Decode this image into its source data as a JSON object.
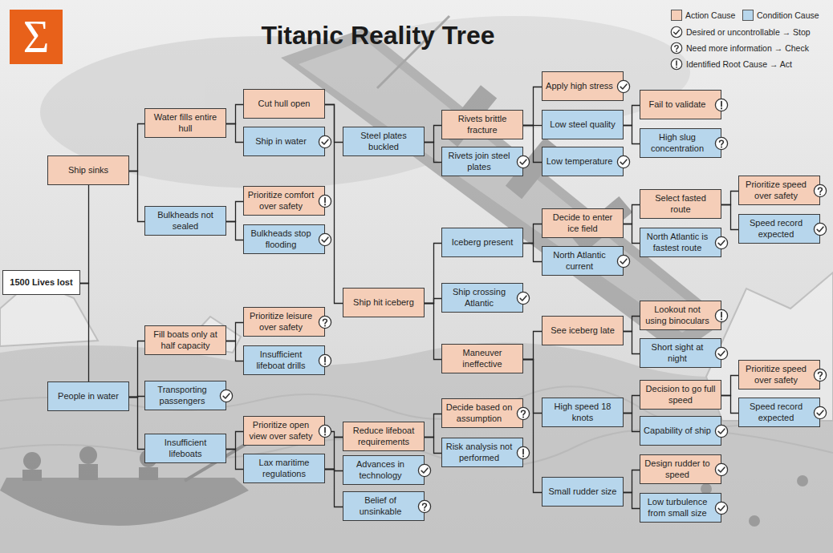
{
  "diagram": {
    "title": "Titanic Reality Tree",
    "nodes": [
      {
        "text": [
          "1500 Lives lost"
        ]
      },
      {
        "text": [
          "Ship sinks"
        ]
      },
      {
        "text": [
          "People in water"
        ]
      },
      {
        "text": [
          "Water fills entire hull"
        ]
      },
      {
        "text": [
          "Bulkheads not sealed"
        ]
      },
      {
        "text": [
          "Fill boats only at half capacity"
        ]
      },
      {
        "text": [
          "Transporting passengers"
        ]
      },
      {
        "text": [
          "Insufficient lifeboats"
        ]
      },
      {
        "text": [
          "Cut hull open"
        ]
      },
      {
        "text": [
          "Ship in water"
        ]
      },
      {
        "text": [
          "Prioritize comfort over safety"
        ]
      },
      {
        "text": [
          "Bulkheads stop flooding"
        ]
      },
      {
        "text": [
          "Prioritize leisure over safety"
        ]
      },
      {
        "text": [
          "Insufficient lifeboat drills"
        ]
      },
      {
        "text": [
          "Prioritize open view over safety"
        ]
      },
      {
        "text": [
          "Lax maritime regulations"
        ]
      },
      {
        "text": [
          "Steel plates buckled"
        ]
      },
      {
        "text": [
          "Ship hit iceberg"
        ]
      },
      {
        "text": [
          "Reduce lifeboat requirements"
        ]
      },
      {
        "text": [
          "Advances in technology"
        ]
      },
      {
        "text": [
          "Belief of unsinkable"
        ]
      },
      {
        "text": [
          "Rivets brittle fracture"
        ]
      },
      {
        "text": [
          "Rivets join steel plates"
        ]
      },
      {
        "text": [
          "Iceberg present"
        ]
      },
      {
        "text": [
          "Ship crossing Atlantic"
        ]
      },
      {
        "text": [
          "Maneuver ineffective"
        ]
      },
      {
        "text": [
          "Decide based on assumption"
        ]
      },
      {
        "text": [
          "Risk analysis not performed"
        ]
      },
      {
        "text": [
          "Apply high stress"
        ]
      },
      {
        "text": [
          "Low steel quality"
        ]
      },
      {
        "text": [
          "Low temperature"
        ]
      },
      {
        "text": [
          "Decide to enter ice field"
        ]
      },
      {
        "text": [
          "North Atlantic current"
        ]
      },
      {
        "text": [
          "See iceberg late"
        ]
      },
      {
        "text": [
          "High speed 18 knots"
        ]
      },
      {
        "text": [
          "Small rudder size"
        ]
      },
      {
        "text": [
          "Fail to validate"
        ]
      },
      {
        "text": [
          "High slug concentration"
        ]
      },
      {
        "text": [
          "Select fasted route"
        ]
      },
      {
        "text": [
          "North Atlantic is fastest route"
        ]
      },
      {
        "text": [
          "Lookout not using binoculars"
        ]
      },
      {
        "text": [
          "Short sight at night"
        ]
      },
      {
        "text": [
          "Decision to go full speed"
        ]
      },
      {
        "text": [
          "Capability of ship"
        ]
      },
      {
        "text": [
          "Design rudder to speed"
        ]
      },
      {
        "text": [
          "Low turbulence from small size"
        ]
      },
      {
        "text": [
          "Prioritize speed over safety"
        ]
      },
      {
        "text": [
          "Speed record expected"
        ]
      },
      {
        "text": [
          "Prioritize speed over safety"
        ]
      },
      {
        "text": [
          "Speed record expected"
        ]
      }
    ],
    "edges": [
      {
        "from": 0,
        "to": 1,
        "arrow": "none"
      },
      {
        "from": 0,
        "to": 2,
        "arrow": "none"
      },
      {
        "from": 1,
        "to": 3,
        "arrow": "none"
      },
      {
        "from": 1,
        "to": 4,
        "arrow": "none"
      },
      {
        "from": 2,
        "to": 5,
        "arrow": "none"
      },
      {
        "from": 2,
        "to": 6,
        "arrow": "none"
      },
      {
        "from": 2,
        "to": 7,
        "arrow": "none"
      },
      {
        "from": 3,
        "to": 8,
        "arrow": "none"
      },
      {
        "from": 3,
        "to": 9,
        "arrow": "none"
      },
      {
        "from": 4,
        "to": 10,
        "arrow": "none"
      },
      {
        "from": 4,
        "to": 11,
        "arrow": "none"
      },
      {
        "from": 5,
        "to": 12,
        "arrow": "none"
      },
      {
        "from": 5,
        "to": 13,
        "arrow": "none"
      },
      {
        "from": 7,
        "to": 14,
        "arrow": "none"
      },
      {
        "from": 7,
        "to": 15,
        "arrow": "none"
      },
      {
        "from": 8,
        "to": 16,
        "arrow": "none"
      },
      {
        "from": 8,
        "to": 17,
        "arrow": "none"
      },
      {
        "from": 14,
        "to": 18,
        "arrow": "none"
      },
      {
        "from": 15,
        "to": 18,
        "arrow": "none"
      },
      {
        "from": 15,
        "to": 19,
        "arrow": "none"
      },
      {
        "from": 15,
        "to": 20,
        "arrow": "none"
      },
      {
        "from": 16,
        "to": 21,
        "arrow": "none"
      },
      {
        "from": 16,
        "to": 22,
        "arrow": "none"
      },
      {
        "from": 17,
        "to": 23,
        "arrow": "none"
      },
      {
        "from": 17,
        "to": 24,
        "arrow": "none"
      },
      {
        "from": 17,
        "to": 25,
        "arrow": "none"
      },
      {
        "from": 18,
        "to": 26,
        "arrow": "none"
      },
      {
        "from": 18,
        "to": 27,
        "arrow": "none"
      },
      {
        "from": 21,
        "to": 28,
        "arrow": "none"
      },
      {
        "from": 21,
        "to": 29,
        "arrow": "none"
      },
      {
        "from": 21,
        "to": 30,
        "arrow": "none"
      },
      {
        "from": 23,
        "to": 31,
        "arrow": "none"
      },
      {
        "from": 23,
        "to": 32,
        "arrow": "none"
      },
      {
        "from": 25,
        "to": 33,
        "arrow": "none"
      },
      {
        "from": 25,
        "to": 34,
        "arrow": "none"
      },
      {
        "from": 25,
        "to": 35,
        "arrow": "none"
      },
      {
        "from": 29,
        "to": 36,
        "arrow": "none"
      },
      {
        "from": 29,
        "to": 37,
        "arrow": "none"
      },
      {
        "from": 31,
        "to": 38,
        "arrow": "none"
      },
      {
        "from": 31,
        "to": 39,
        "arrow": "none"
      },
      {
        "from": 33,
        "to": 40,
        "arrow": "none"
      },
      {
        "from": 33,
        "to": 41,
        "arrow": "none"
      },
      {
        "from": 34,
        "to": 42,
        "arrow": "none"
      },
      {
        "from": 34,
        "to": 43,
        "arrow": "none"
      },
      {
        "from": 35,
        "to": 44,
        "arrow": "none"
      },
      {
        "from": 35,
        "to": 45,
        "arrow": "none"
      },
      {
        "from": 38,
        "to": 46,
        "arrow": "none"
      },
      {
        "from": 38,
        "to": 47,
        "arrow": "none"
      },
      {
        "from": 42,
        "to": 48,
        "arrow": "none"
      },
      {
        "from": 42,
        "to": 49,
        "arrow": "none"
      }
    ],
    "labels": [
      "Σ"
    ],
    "legend": [
      {
        "text": "Action Cause",
        "color": "#f5ceb8"
      },
      {
        "text": "Condition Cause",
        "color": "#b7d6ec"
      },
      {
        "text": "Desired or uncontrollable → Stop"
      },
      {
        "text": "Need more information → Check"
      },
      {
        "text": "Identified Root Cause → Act"
      }
    ]
  }
}
